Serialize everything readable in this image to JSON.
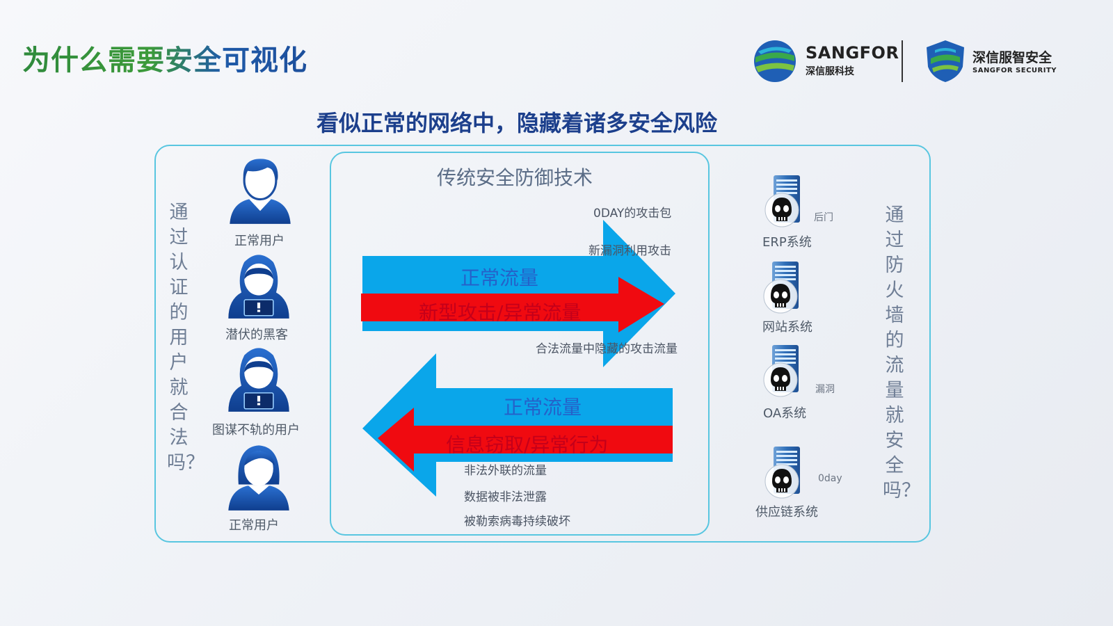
{
  "header": {
    "title": "为什么需要安全可视化",
    "brand_name": "SANGFOR",
    "brand_sub": "深信服科技",
    "security_name_cn": "深信服智安全",
    "security_name_en": "SANGFOR SECURITY"
  },
  "subtitle": "看似正常的网络中，隐藏着诸多安全风险",
  "left_question": "通过认证的用户就合法吗？",
  "right_question": "通过防火墙的流量就安全吗？",
  "users": [
    {
      "label": "正常用户",
      "type": "normal-male"
    },
    {
      "label": "潜伏的黑客",
      "type": "hacker"
    },
    {
      "label": "图谋不轨的用户",
      "type": "hacker"
    },
    {
      "label": "正常用户",
      "type": "normal-female"
    }
  ],
  "center": {
    "title": "传统安全防御技术",
    "top_annotations": [
      "0DAY的攻击包",
      "新漏洞利用攻击"
    ],
    "top_arrow": {
      "blue_label": "正常流量",
      "red_label": "新型攻击/异常流量"
    },
    "mid_annotation": "合法流量中隐藏的攻击流量",
    "bottom_arrow": {
      "blue_label": "正常流量",
      "red_label": "信息窃取/异常行为"
    },
    "bottom_annotations": [
      "非法外联的流量",
      "数据被非法泄露",
      "被勒索病毒持续破坏"
    ]
  },
  "systems": [
    {
      "label": "ERP系统",
      "tag": "后门"
    },
    {
      "label": "网站系统",
      "tag": ""
    },
    {
      "label": "OA系统",
      "tag": "漏洞"
    },
    {
      "label": "供应链系统",
      "tag": "0day"
    }
  ],
  "colors": {
    "blue_arrow": "#0aa6ea",
    "red_arrow": "#f00a10",
    "border": "#58c6e0",
    "title_green": "#2f8a3c",
    "title_blue": "#1e5aa8",
    "subtitle": "#1c3f8c"
  }
}
